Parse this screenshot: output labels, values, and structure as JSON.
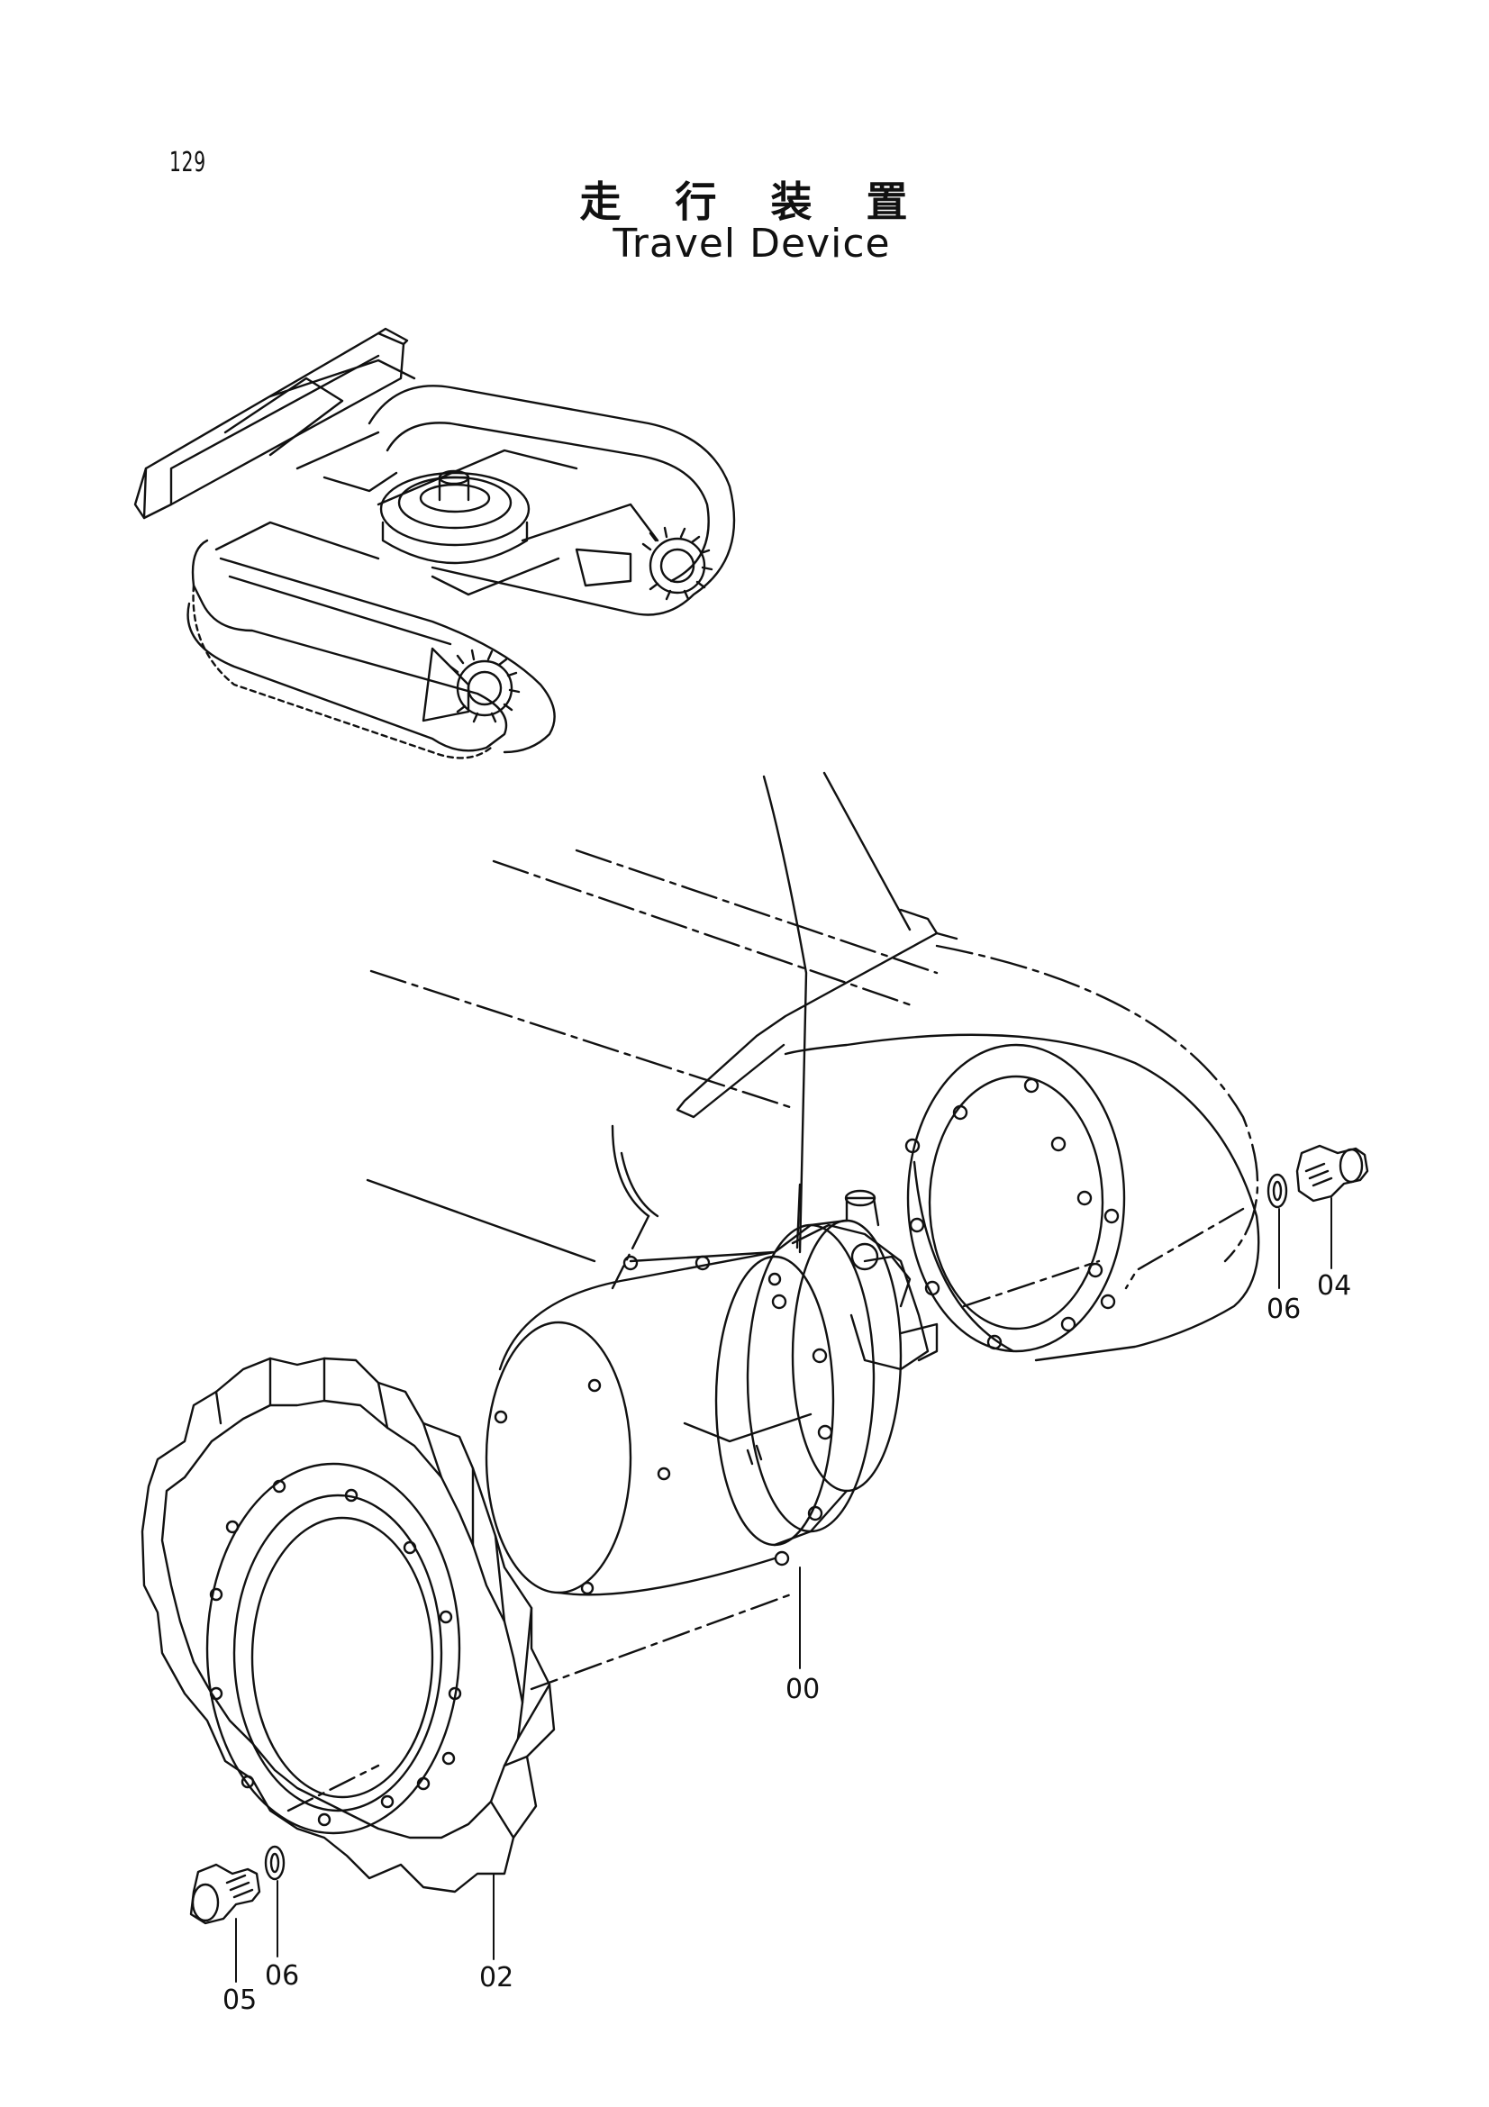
{
  "page": {
    "number": "129",
    "title_jp": "走 行 装 置",
    "title_en": "Travel Device"
  },
  "callouts": {
    "c00": "00",
    "c02": "02",
    "c04": "04",
    "c05": "05",
    "c06a": "06",
    "c06b": "06"
  },
  "colors": {
    "ink": "#111111",
    "paper": "#ffffff"
  }
}
